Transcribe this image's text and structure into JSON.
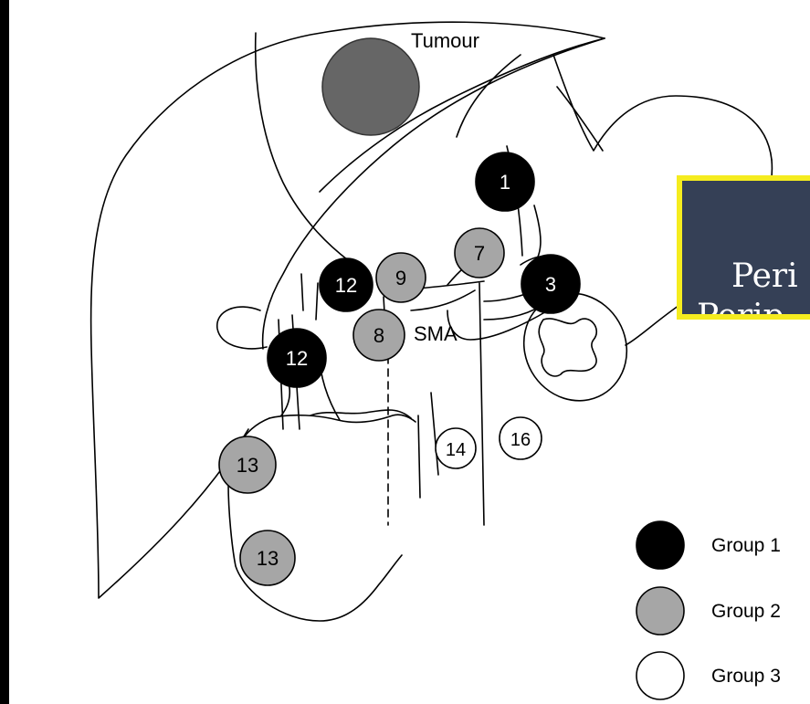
{
  "diagram": {
    "tumour_label": "Tumour",
    "vessel_label": "SMA",
    "nodes": [
      {
        "label": "1",
        "group": 1
      },
      {
        "label": "7",
        "group": 2
      },
      {
        "label": "9",
        "group": 2
      },
      {
        "label": "12",
        "group": 1
      },
      {
        "label": "3",
        "group": 1
      },
      {
        "label": "8",
        "group": 2
      },
      {
        "label": "12",
        "group": 1
      },
      {
        "label": "14",
        "group": 3
      },
      {
        "label": "16",
        "group": 3
      },
      {
        "label": "13",
        "group": 2
      },
      {
        "label": "13",
        "group": 2
      }
    ]
  },
  "legend": {
    "items": [
      {
        "label": "Group 1",
        "color": "#000000"
      },
      {
        "label": "Group 2",
        "color": "#a6a6a6"
      },
      {
        "label": "Group 3",
        "color": "#ffffff"
      }
    ]
  },
  "overlay": {
    "line1": "Peri",
    "line2": "Perip",
    "background": "#354056",
    "border": "#f5ec1f"
  }
}
